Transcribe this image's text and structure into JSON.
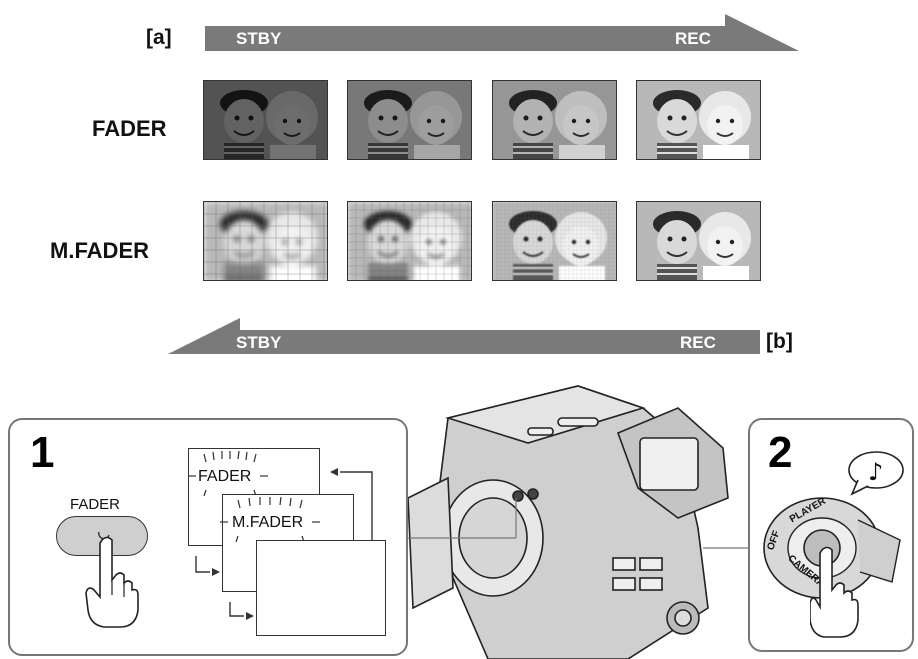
{
  "top_arrow": {
    "tag": "[a]",
    "start": "STBY",
    "end": "REC"
  },
  "bottom_arrow": {
    "tag": "[b]",
    "start": "STBY",
    "end": "REC"
  },
  "rows": [
    {
      "label": "FADER",
      "frames": [
        "dark",
        "medium",
        "lighter",
        "clear"
      ]
    },
    {
      "label": "M.FADER",
      "frames": [
        "mosaic-large",
        "mosaic-medium",
        "mosaic-small",
        "clear"
      ]
    }
  ],
  "step1": {
    "number": "1",
    "button_label": "FADER",
    "screen_labels": [
      "FADER",
      "M.FADER"
    ]
  },
  "step2": {
    "number": "2",
    "dial_labels": [
      "PLAYER",
      "OFF",
      "CAMERA"
    ]
  }
}
